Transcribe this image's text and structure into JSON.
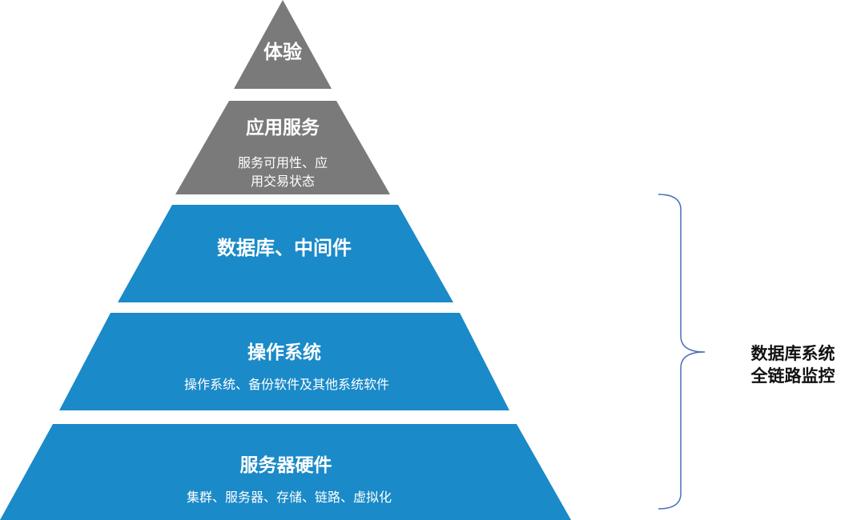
{
  "colors": {
    "upper_tier": "#7a7a7a",
    "lower_tier": "#1a8ac8",
    "bracket": "#4a6fb5",
    "tier_text": "#ffffff",
    "side_text": "#111111"
  },
  "pyramid": {
    "tiers": [
      {
        "title": "体验",
        "desc_lines": []
      },
      {
        "title": "应用服务",
        "desc_lines": [
          "服务可用性、应",
          "用交易状态"
        ]
      },
      {
        "title": "数据库、中间件",
        "desc_lines": []
      },
      {
        "title": "操作系统",
        "desc_lines": [
          "操作系统、备份软件及其他系统软件"
        ]
      },
      {
        "title": "服务器硬件",
        "desc_lines": [
          "集群、服务器、存储、链路、虚拟化"
        ]
      }
    ]
  },
  "bracket_label": {
    "lines": [
      "数据库系统",
      "全链路监控"
    ]
  }
}
